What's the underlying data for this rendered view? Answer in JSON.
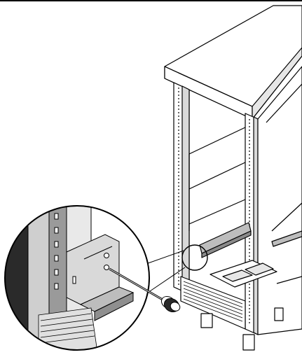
{
  "figure": {
    "subject": "rack-cabinet-rail-bracket-installation",
    "parts": [
      "top-rule",
      "rack-cabinet",
      "rail-bracket",
      "screwdriver",
      "detail-callout"
    ]
  },
  "colors": {
    "ink": "#000000",
    "background": "#ffffff",
    "rail-gray": "#bdbdbd",
    "shadow-gray": "#8a8a8a",
    "dark": "#2a2a2a"
  }
}
